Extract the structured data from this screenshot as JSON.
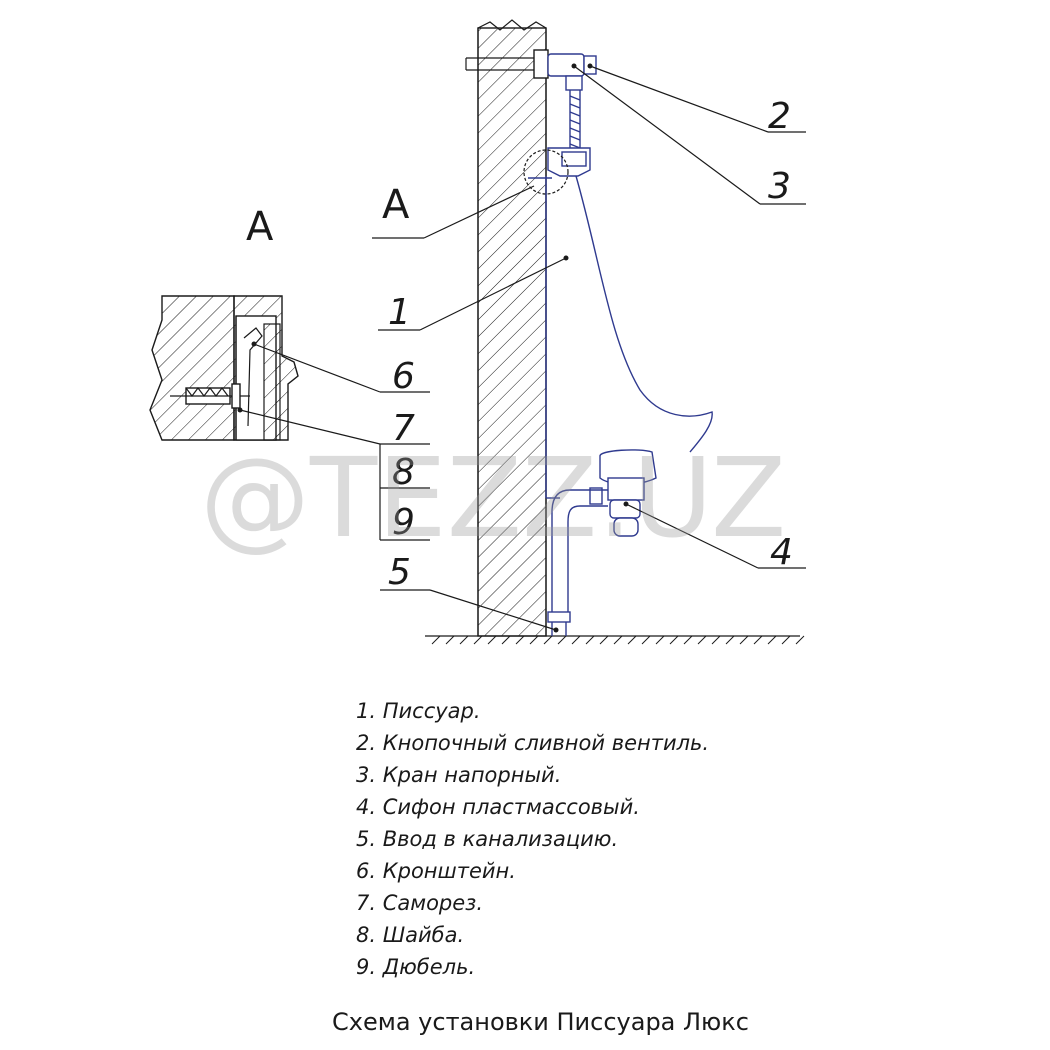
{
  "view_label": "A",
  "detail_label": "A",
  "watermark": "@TEZZ.UZ",
  "callouts": [
    "1",
    "2",
    "3",
    "4",
    "5",
    "6",
    "7",
    "8",
    "9"
  ],
  "legend": [
    "1. Писсуар.",
    "2. Кнопочный сливной вентиль.",
    "3. Кран напорный.",
    "4. Сифон пластмассовый.",
    "5. Ввод в канализацию.",
    "6. Кронштейн.",
    "7. Саморез.",
    "8. Шайба.",
    "9. Дюбель."
  ],
  "caption": "Схема установки Писсуара Люкс",
  "colors": {
    "line": "#1a1a1a",
    "part": "#2f3a8f",
    "watermark": "#9a9a9a"
  }
}
